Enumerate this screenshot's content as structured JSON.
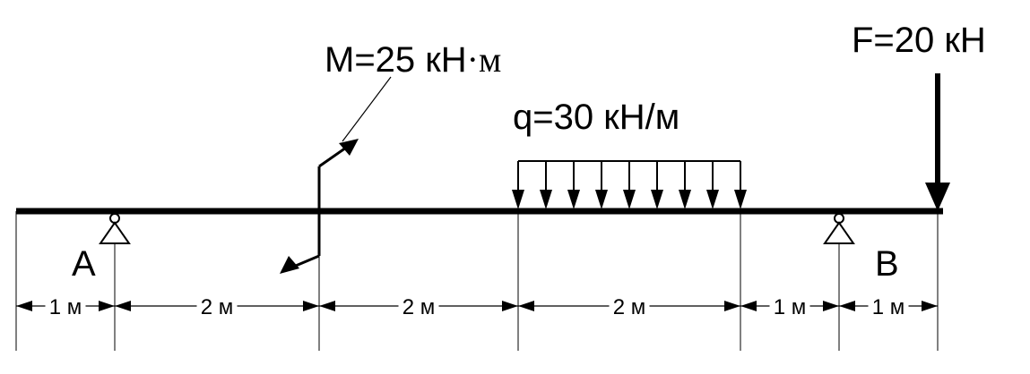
{
  "labels": {
    "moment": "M=25 кН",
    "moment_unit": "·м",
    "load": "q=30 кН/м",
    "force": "F=20 кН",
    "support_a": "A",
    "support_b": "B"
  },
  "dimensions": [
    "1 м",
    "2 м",
    "2 м",
    "2 м",
    "1 м",
    "1 м"
  ],
  "colors": {
    "line": "#000000",
    "background": "#ffffff"
  }
}
